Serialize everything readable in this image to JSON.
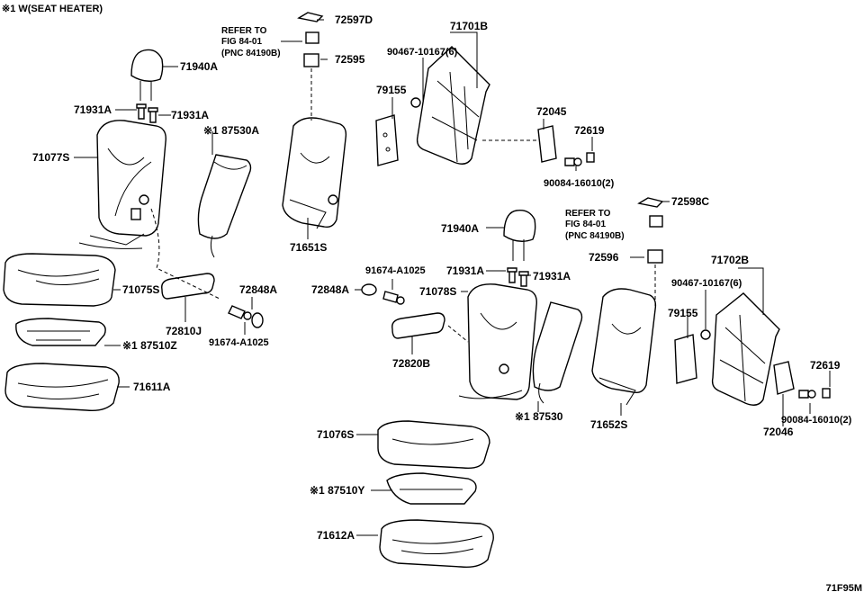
{
  "header": {
    "note": "※1  W(SEAT HEATER)"
  },
  "diagram_code": "71F95M",
  "labels": {
    "p72597D": "72597D",
    "ref1_line1": "REFER TO",
    "ref1_line2": "FIG 84-01",
    "ref1_line3": "(PNC 84190B)",
    "p72595": "72595",
    "p71701B": "71701B",
    "p90467_a": "90467-10167(6)",
    "p71940A_a": "71940A",
    "p79155_a": "79155",
    "p71931A_a1": "71931A",
    "p71931A_a2": "71931A",
    "p87530A": "※1 87530A",
    "p72045": "72045",
    "p72619_a": "72619",
    "p71077S": "71077S",
    "p90084_a": "90084-16010(2)",
    "p72598C": "72598C",
    "ref2_line1": "REFER TO",
    "ref2_line2": "FIG 84-01",
    "ref2_line3": "(PNC 84190B)",
    "p71651S": "71651S",
    "p71940A_b": "71940A",
    "p72596": "72596",
    "p71702B": "71702B",
    "p91674_b": "91674-A1025",
    "p71931A_b1": "71931A",
    "p71931A_b2": "71931A",
    "p71075S": "71075S",
    "p72848A_a": "72848A",
    "p72848A_b": "72848A",
    "p71078S": "71078S",
    "p90467_b": "90467-10167(6)",
    "p72810J": "72810J",
    "p91674_a": "91674-A1025",
    "p79155_b": "79155",
    "p87510Z": "※1 87510Z",
    "p72820B": "72820B",
    "p72619_b": "72619",
    "p71611A": "71611A",
    "p87530": "※1 87530",
    "p71652S": "71652S",
    "p90084_b": "90084-16010(2)",
    "p72046": "72046",
    "p71076S": "71076S",
    "p87510Y": "※1 87510Y",
    "p71612A": "71612A"
  }
}
